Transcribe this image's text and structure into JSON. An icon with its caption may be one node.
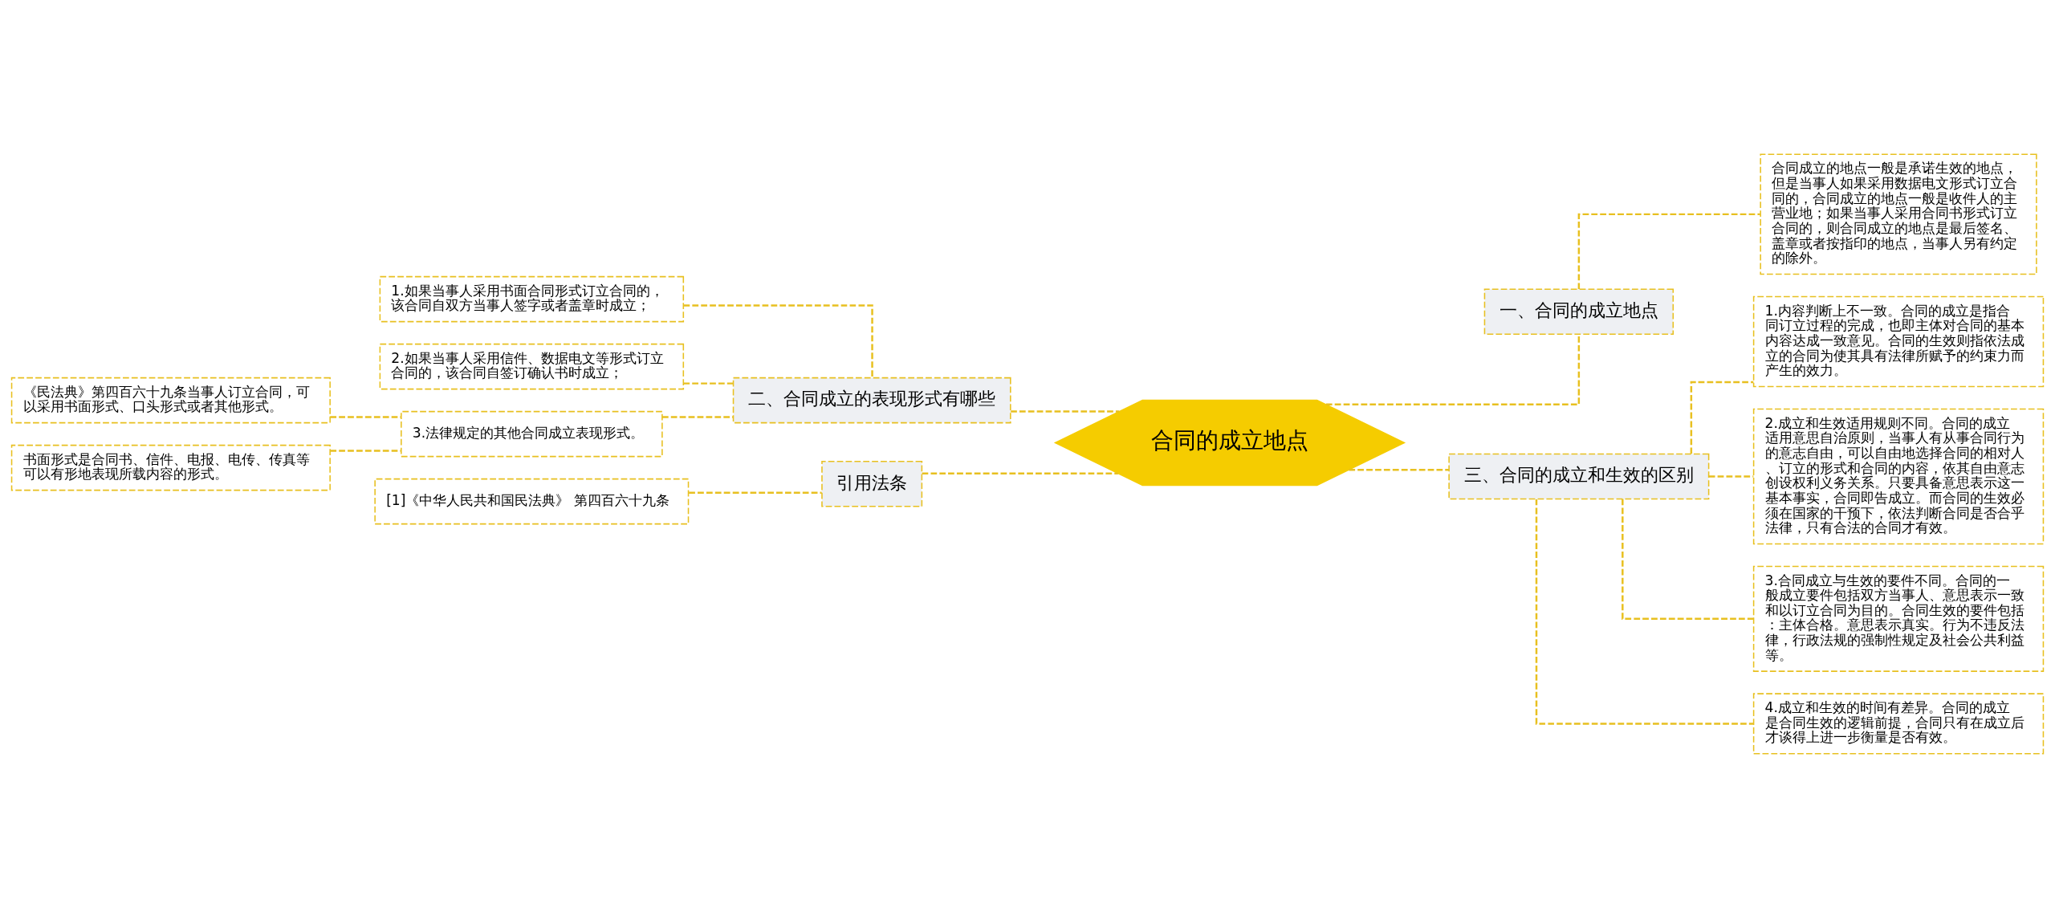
{
  "diagram": {
    "nodes": [
      {
        "text": [
          "合同的成立地点"
        ]
      },
      {
        "text": [
          "一、合同的成立地点"
        ]
      },
      {
        "text": [
          "合同成立的地点一般是承诺生效的地点，但是当事人如果采用数据电文形式订立合同的，合同成立的地点一般是收件人的主营业地；如果当事人采用合同书形式订立合同的，则合同成立的地点是最后签名、盖章或者按指印的地点，当事人另有约定的除外。"
        ]
      },
      {
        "text": [
          "三、合同的成立和生效的区别"
        ]
      },
      {
        "text": [
          "1.内容判断上不一致。合同的成立是指合同订立过程的完成，也即主体对合同的基本内容达成一致意见。合同的生效则指依法成立的合同为使其具有法律所赋予的约束力而产生的效力。"
        ]
      },
      {
        "text": [
          "2.成立和生效适用规则不同。合同的成立适用意思自治原则，当事人有从事合同行为的意志自由，可以自由地选择合同的相对人、订立的形式和合同的内容，依其自由意志创设权利义务关系。只要具备意思表示这一基本事实，合同即告成立。而合同的生效必须在国家的干预下，依法判断合同是否合乎法律，只有合法的合同才有效。"
        ]
      },
      {
        "text": [
          "3.合同成立与生效的要件不同。合同的一般成立要件包括双方当事人、意思表示一致和以订立合同为目的。合同生效的要件包括：主体合格。意思表示真实。行为不违反法律，行政法规的强制性规定及社会公共利益等。"
        ]
      },
      {
        "text": [
          "4.成立和生效的时间有差异。合同的成立是合同生效的逻辑前提，合同只有在成立后才谈得上进一步衡量是否有效。"
        ]
      },
      {
        "text": [
          "二、合同成立的表现形式有哪些"
        ]
      },
      {
        "text": [
          "1.如果当事人采用书面合同形式订立合同的，该合同自双方当事人签字或者盖章时成立；"
        ]
      },
      {
        "text": [
          "2.如果当事人采用信件、数据电文等形式订立合同的，该合同自签订确认书时成立；"
        ]
      },
      {
        "text": [
          "3.法律规定的其他合同成立表现形式。"
        ]
      },
      {
        "text": [
          "《民法典》第四百六十九条当事人订立合同，可以采用书面形式、口头形式或者其他形式。"
        ]
      },
      {
        "text": [
          "书面形式是合同书、信件、电报、电传、传真等可以有形地表现所载内容的形式。"
        ]
      },
      {
        "text": [
          "引用法条"
        ]
      },
      {
        "text": [
          "[1]《中华人民共和国民法典》 第四百六十九条"
        ]
      }
    ],
    "edges": [
      {
        "from": 0,
        "to": 1,
        "arrow": "none",
        "style": "dashed"
      },
      {
        "from": 1,
        "to": 2,
        "arrow": "none",
        "style": "dashed"
      },
      {
        "from": 0,
        "to": 3,
        "arrow": "none",
        "style": "dashed"
      },
      {
        "from": 3,
        "to": 4,
        "arrow": "none",
        "style": "dashed"
      },
      {
        "from": 3,
        "to": 5,
        "arrow": "none",
        "style": "dashed"
      },
      {
        "from": 3,
        "to": 6,
        "arrow": "none",
        "style": "dashed"
      },
      {
        "from": 3,
        "to": 7,
        "arrow": "none",
        "style": "dashed"
      },
      {
        "from": 0,
        "to": 8,
        "arrow": "none",
        "style": "dashed"
      },
      {
        "from": 8,
        "to": 9,
        "arrow": "none",
        "style": "dashed"
      },
      {
        "from": 8,
        "to": 10,
        "arrow": "none",
        "style": "dashed"
      },
      {
        "from": 8,
        "to": 11,
        "arrow": "none",
        "style": "dashed"
      },
      {
        "from": 11,
        "to": 12,
        "arrow": "none",
        "style": "dashed"
      },
      {
        "from": 11,
        "to": 13,
        "arrow": "none",
        "style": "dashed"
      },
      {
        "from": 0,
        "to": 14,
        "arrow": "none",
        "style": "dashed"
      },
      {
        "from": 14,
        "to": 15,
        "arrow": "none",
        "style": "dashed"
      }
    ]
  }
}
